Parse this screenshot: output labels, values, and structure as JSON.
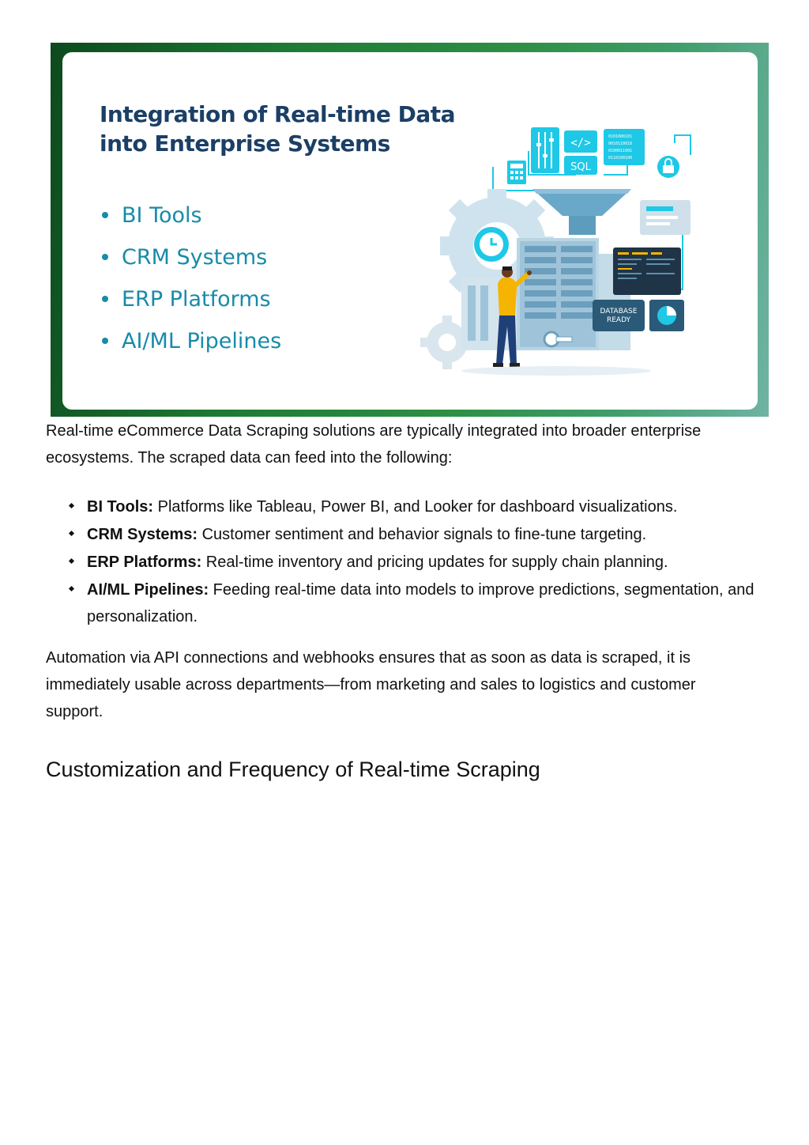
{
  "banner": {
    "title_line1": "Integration of Real-time Data",
    "title_line2": "into Enterprise Systems",
    "items": [
      "BI Tools",
      "CRM Systems",
      "ERP Platforms",
      "AI/ML Pipelines"
    ],
    "illustration": {
      "code_label": "</>",
      "sql_label": "SQL",
      "binary_text": [
        "0101000101",
        "0010110010",
        "0100011001",
        "0110100100"
      ],
      "db_label_line1": "DATABASE",
      "db_label_line2": "READY"
    },
    "colors": {
      "frame_green": "#1d7a34",
      "title_navy": "#1b3f66",
      "item_teal": "#178ba9",
      "accent_cyan": "#1ec8e6"
    }
  },
  "content": {
    "intro": "Real-time eCommerce Data Scraping solutions are typically integrated into broader enterprise ecosystems. The scraped data can feed into the following:",
    "bullets": [
      {
        "label": "BI Tools:",
        "text": " Platforms like Tableau, Power BI, and Looker for dashboard visualizations."
      },
      {
        "label": "CRM Systems:",
        "text": " Customer sentiment and behavior signals to fine-tune targeting."
      },
      {
        "label": "ERP Platforms:",
        "text": " Real-time inventory and pricing updates for supply chain planning."
      },
      {
        "label": "AI/ML Pipelines:",
        "text": " Feeding real-time data into models to improve predictions, segmentation, and personalization."
      }
    ],
    "automation": "Automation via API connections and webhooks ensures that as soon as data is scraped, it is immediately usable across departments—from marketing and sales to logistics and customer support.",
    "section_heading": "Customization and Frequency of Real-time Scraping"
  }
}
